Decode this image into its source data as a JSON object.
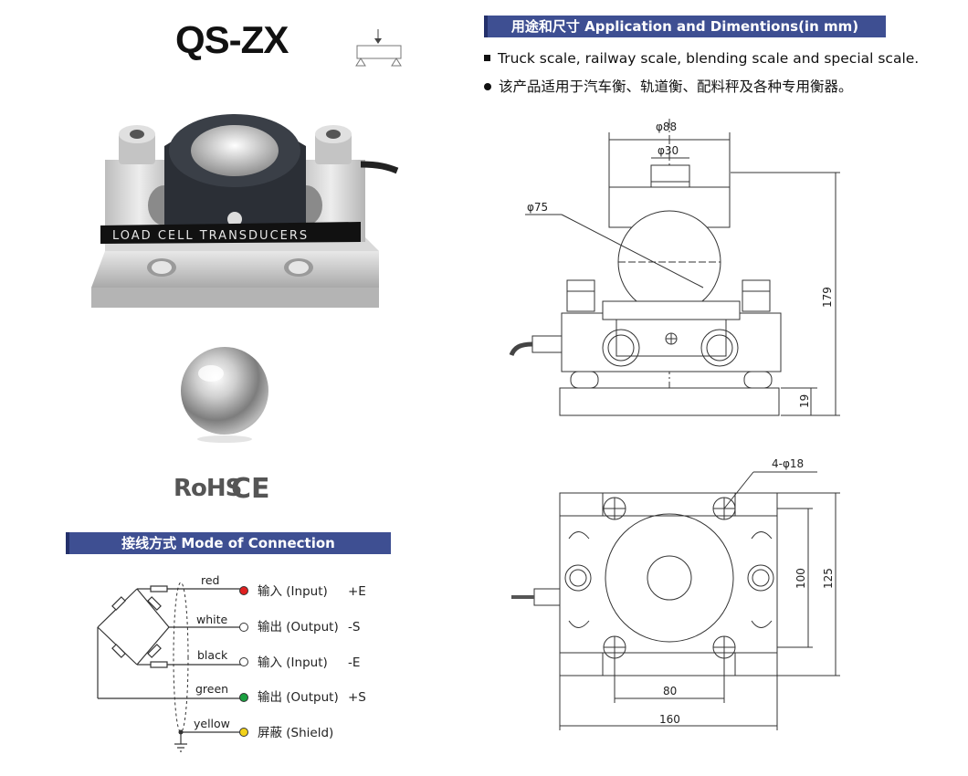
{
  "product": {
    "model": "QS-ZX"
  },
  "application": {
    "banner": "用途和尺寸 Application and Dimentions(in mm)",
    "bullets": [
      "Truck scale, railway scale, blending scale and  special scale.",
      "该产品适用于汽车衡、轨道衡、配料秤及各种专用衡器。"
    ]
  },
  "photo": {
    "label_text": "LOAD CELL TRANSDUCERS"
  },
  "certifications": {
    "rohs": "RoHS",
    "ce": "CE"
  },
  "connection": {
    "banner": "接线方式 Mode of Connection",
    "wires": [
      {
        "color_name": "red",
        "dot_color": "#e02020",
        "function": "输入 (Input)",
        "sign": "+E"
      },
      {
        "color_name": "white",
        "dot_color": "#ffffff",
        "function": "输出 (Output)",
        "sign": "-S"
      },
      {
        "color_name": "black",
        "dot_color": "#ffffff",
        "function": "输入 (Input)",
        "sign": "-E"
      },
      {
        "color_name": "green",
        "dot_color": "#1aa040",
        "function": "输出 (Output)",
        "sign": "+S"
      },
      {
        "color_name": "yellow",
        "dot_color": "#f2d21a",
        "function": "屏蔽 (Shield)",
        "sign": ""
      }
    ]
  },
  "dimensions": {
    "front": {
      "d_top": "φ88",
      "d_pin": "φ30",
      "d_ball": "φ75",
      "height": "179",
      "base": "19"
    },
    "top": {
      "holes": "4-φ18",
      "inner_h": "100",
      "outer_h": "125",
      "inner_w": "80",
      "outer_w": "160"
    }
  },
  "colors": {
    "banner": "#3e4f92",
    "accent_red": "#e02020",
    "accent_green": "#1aa040",
    "accent_yellow": "#f2d21a"
  }
}
